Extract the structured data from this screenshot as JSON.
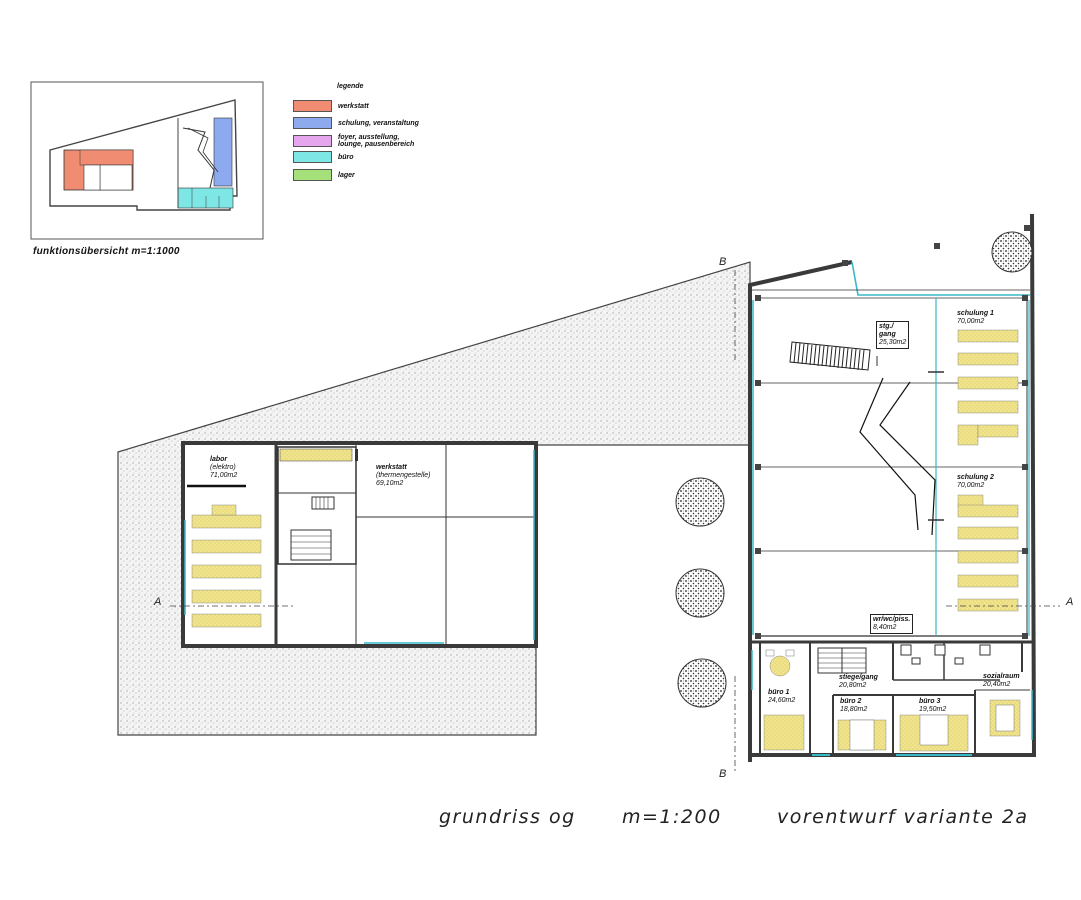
{
  "title": {
    "plan": "grundriss og",
    "scale": "m=1:200",
    "variant": "vorentwurf variante 2a"
  },
  "inset": {
    "caption": "funktionsübersicht  m=1:1000"
  },
  "legend": {
    "heading": "legende",
    "items": [
      {
        "label": "werkstatt",
        "color": "#f08c72"
      },
      {
        "label": "schulung, veranstaltung",
        "color": "#8eaaee"
      },
      {
        "label": "foyer, ausstellung,\nlounge, pausenbereich",
        "color": "#e6a6ee"
      },
      {
        "label": "büro",
        "color": "#7fe6e6"
      },
      {
        "label": "lager",
        "color": "#a6e07a"
      }
    ]
  },
  "section_marks": {
    "a_left": "A",
    "a_right": "A",
    "b_top": "B",
    "b_bottom": "B"
  },
  "rooms": {
    "labor": {
      "name": "labor",
      "sub": "(elektro)",
      "area": "71,00m2"
    },
    "werkstatt": {
      "name": "werkstatt",
      "sub": "(thermengestelle)",
      "area": "69,10m2"
    },
    "stg_gang": {
      "name": "stg./\ngang",
      "area": "25,30m2"
    },
    "schulung1": {
      "name": "schulung 1",
      "area": "70,00m2"
    },
    "schulung2": {
      "name": "schulung 2",
      "area": "70,00m2"
    },
    "wc": {
      "name": "wr/wc/piss.",
      "area": "8,40m2"
    },
    "stiege": {
      "name": "stiege/gang",
      "area": "20,80m2"
    },
    "sozialraum": {
      "name": "sozialraum",
      "area": "20,40m2"
    },
    "buero1": {
      "name": "büro 1",
      "area": "24,60m2"
    },
    "buero2": {
      "name": "büro 2",
      "area": "18,80m2"
    },
    "buero3": {
      "name": "büro 3",
      "area": "19,50m2"
    }
  },
  "colors": {
    "wall": "#3a3a3a",
    "glass": "#39b8c8",
    "furniture": "#efe08a",
    "gravel": "#d8d8d8"
  }
}
